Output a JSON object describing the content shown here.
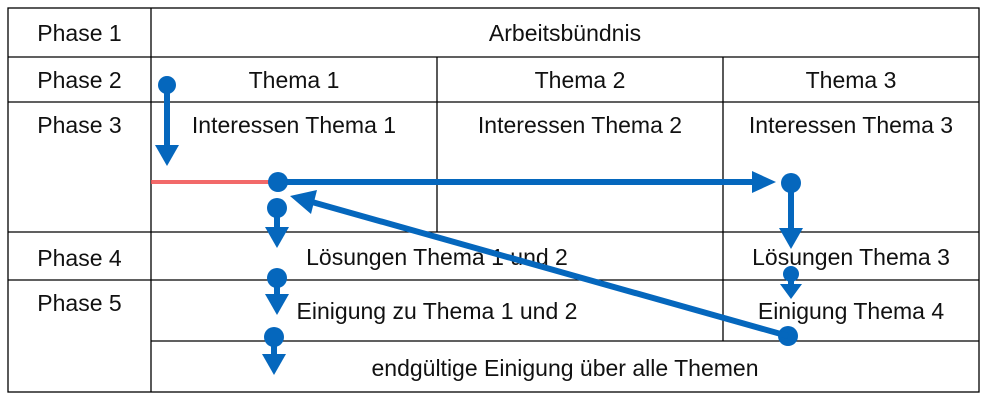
{
  "phases": [
    "Phase 1",
    "Phase 2",
    "Phase 3",
    "Phase 4",
    "Phase 5"
  ],
  "row1": {
    "label": "Arbeitsbündnis"
  },
  "topics": [
    "Thema 1",
    "Thema 2",
    "Thema 3"
  ],
  "interests": [
    "Interessen Thema 1",
    "Interessen Thema 2",
    "Interessen Thema 3"
  ],
  "solutions": [
    "Lösungen Thema 1 und 2",
    "Lösungen Thema 3"
  ],
  "agreements": [
    "Einigung zu Thema 1 und 2",
    "Einigung Thema 4"
  ],
  "final": "endgültige Einigung über alle Themen",
  "colors": {
    "arrow": "#0567bd",
    "highlight": "#f05050",
    "grid": "#000000"
  }
}
